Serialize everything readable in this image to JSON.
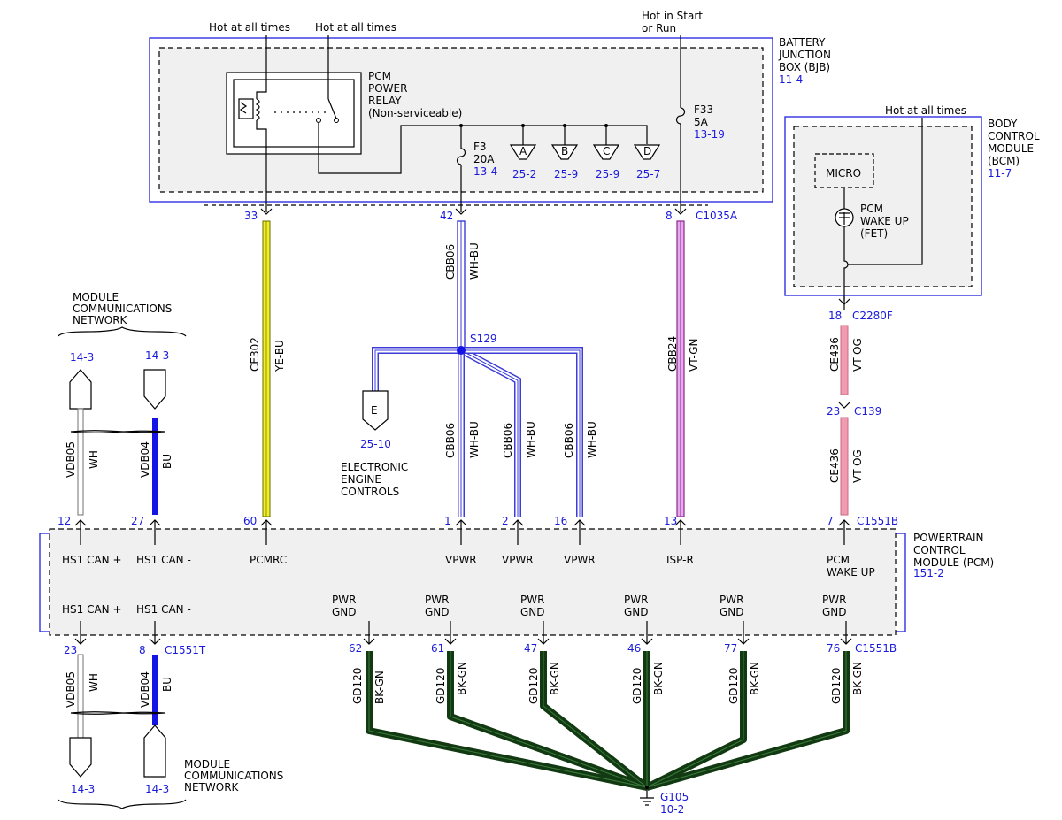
{
  "bjb": {
    "lines": [
      "BATTERY",
      "JUNCTION",
      "BOX (BJB)"
    ],
    "ref": "11-4",
    "hot_at_all_times_1": "Hot at all times",
    "hot_at_all_times_2": "Hot at all times",
    "hot_start_run": [
      "Hot in Start",
      "or Run"
    ],
    "relay": [
      "PCM",
      "POWER",
      "RELAY",
      "(Non-serviceable)"
    ],
    "fuse_f3": [
      "F3",
      "20A"
    ],
    "fuse_f3_ref": "13-4",
    "fuse_f33": [
      "F33",
      "5A"
    ],
    "fuse_f33_ref": "13-19",
    "taps": [
      {
        "letter": "A",
        "ref": "25-2"
      },
      {
        "letter": "B",
        "ref": "25-9"
      },
      {
        "letter": "C",
        "ref": "25-9"
      },
      {
        "letter": "D",
        "ref": "25-7"
      }
    ],
    "pins": [
      "33",
      "42",
      "8"
    ],
    "connector": "C1035A"
  },
  "bcm": {
    "lines": [
      "BODY",
      "CONTROL",
      "MODULE",
      "(BCM)"
    ],
    "ref": "11-7",
    "hot_at_all_times": "Hot at all times",
    "micro": "MICRO",
    "fet": [
      "PCM",
      "WAKE UP",
      "(FET)"
    ],
    "pin": "18",
    "connector": "C2280F"
  },
  "c139": {
    "pin": "23",
    "connector": "C139"
  },
  "wires": {
    "ce302": {
      "circuit": "CE302",
      "color": "YE-BU"
    },
    "cbb06_top": {
      "circuit": "CBB06",
      "color": "WH-BU"
    },
    "cbb06_a": {
      "circuit": "CBB06",
      "color": "WH-BU"
    },
    "cbb06_b": {
      "circuit": "CBB06",
      "color": "WH-BU"
    },
    "cbb06_c": {
      "circuit": "CBB06",
      "color": "WH-BU"
    },
    "cbb24": {
      "circuit": "CBB24",
      "color": "VT-GN"
    },
    "ce436_top": {
      "circuit": "CE436",
      "color": "VT-OG"
    },
    "ce436_bot": {
      "circuit": "CE436",
      "color": "VT-OG"
    },
    "vdb05_top": {
      "circuit": "VDB05",
      "color": "WH"
    },
    "vdb04_top": {
      "circuit": "VDB04",
      "color": "BU"
    },
    "vdb05_bot": {
      "circuit": "VDB05",
      "color": "WH"
    },
    "vdb04_bot": {
      "circuit": "VDB04",
      "color": "BU"
    },
    "gd120": {
      "circuit": "GD120",
      "color": "BK-GN"
    }
  },
  "splice": {
    "name": "S129"
  },
  "eec": {
    "letter": "E",
    "ref": "25-10",
    "lines": [
      "ELECTRONIC",
      "ENGINE",
      "CONTROLS"
    ]
  },
  "network_top": {
    "lines": [
      "MODULE",
      "COMMUNICATIONS",
      "NETWORK"
    ],
    "ref_left": "14-3",
    "ref_right": "14-3"
  },
  "network_bottom": {
    "lines": [
      "MODULE",
      "COMMUNICATIONS",
      "NETWORK"
    ],
    "ref_left": "14-3",
    "ref_right": "14-3"
  },
  "pcm": {
    "lines": [
      "POWERTRAIN",
      "CONTROL",
      "MODULE (PCM)"
    ],
    "ref": "151-2",
    "top_pins": [
      "12",
      "27",
      "60",
      "1",
      "2",
      "16",
      "13",
      "7"
    ],
    "top_connector": "C1551B",
    "top_labels": {
      "hs1_can_plus": "HS1 CAN +",
      "hs1_can_minus": "HS1 CAN -",
      "pcmrc": "PCMRC",
      "vpwr_1": "VPWR",
      "vpwr_2": "VPWR",
      "vpwr_3": "VPWR",
      "isp_r": "ISP-R",
      "pcm_wake_up": [
        "PCM",
        "WAKE UP"
      ]
    },
    "bottom_labels": {
      "hs1_can_plus": "HS1 CAN +",
      "hs1_can_minus": "HS1 CAN -",
      "pwr_gnd": [
        "PWR",
        "GND"
      ]
    },
    "bottom_pins_can": [
      "23",
      "8"
    ],
    "bottom_can_connector": "C1551T",
    "gnd_pins": [
      "62",
      "61",
      "47",
      "46",
      "77",
      "76"
    ],
    "gnd_connector": "C1551B"
  },
  "ground": {
    "name": "G105",
    "ref": "10-2"
  },
  "colors": {
    "link": "#1a1adb",
    "ye_bu": "#f0f02a",
    "wh_bu": "#3c3cd8",
    "vt_gn": "#c04bc8",
    "vt_og": "#f09bb0",
    "bu": "#1414e6",
    "bk_gn": "#123a12"
  }
}
